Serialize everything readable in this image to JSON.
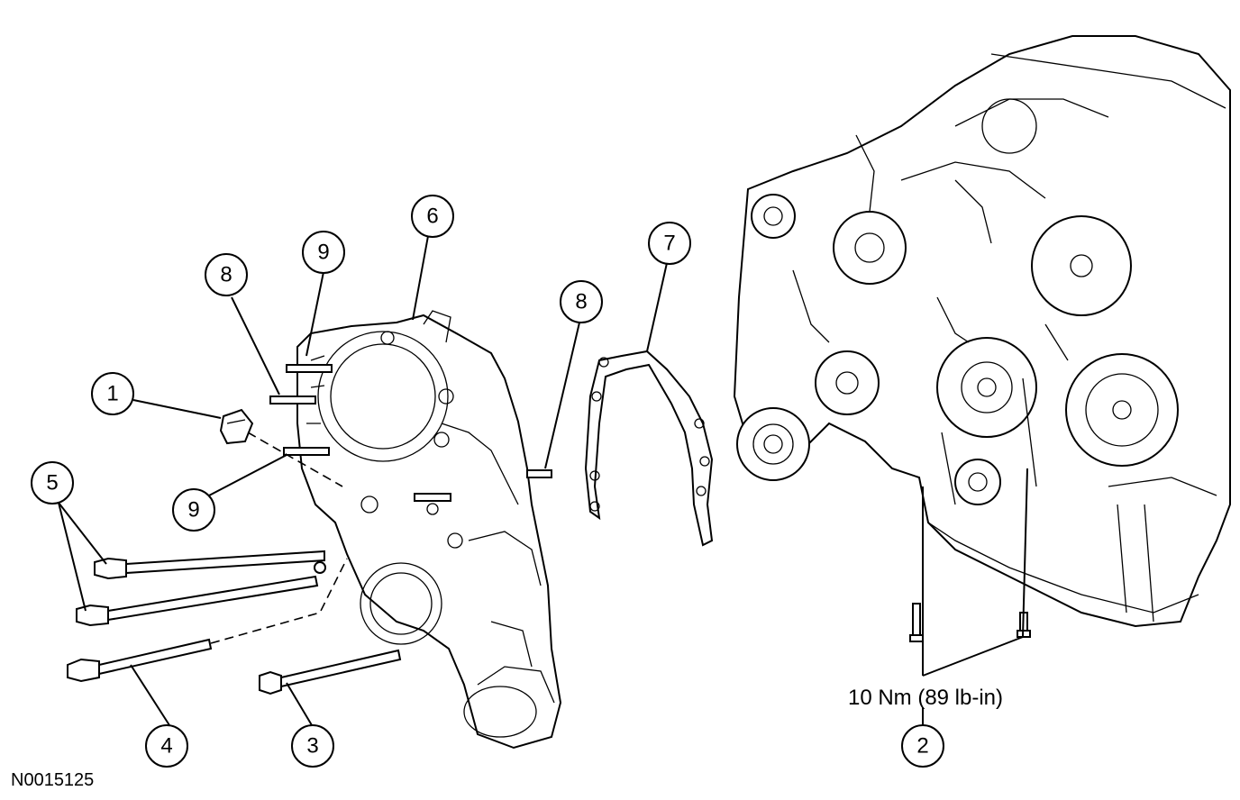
{
  "callouts": {
    "c1": "1",
    "c2": "2",
    "c3": "3",
    "c4": "4",
    "c5": "5",
    "c6": "6",
    "c7": "7",
    "c8a": "8",
    "c8b": "8",
    "c9a": "9",
    "c9b": "9"
  },
  "torque_spec": "10 Nm (89 lb-in)",
  "figure_id": "N0015125"
}
